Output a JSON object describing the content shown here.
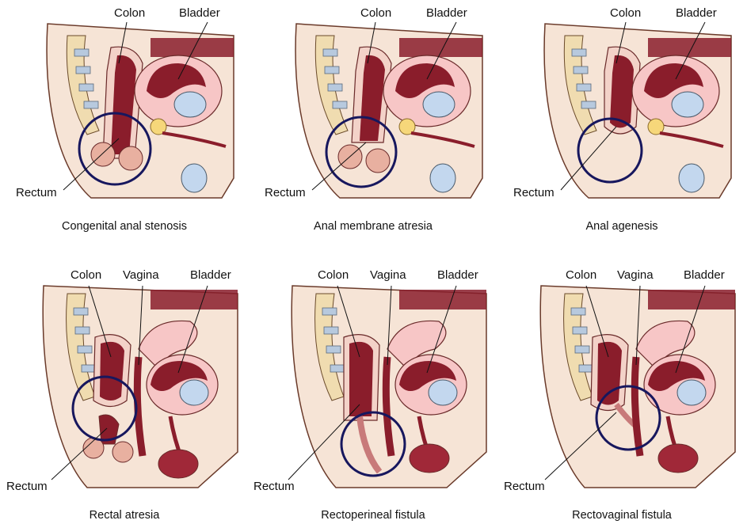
{
  "labels": {
    "colon": "Colon",
    "bladder": "Bladder",
    "vagina": "Vagina",
    "rectum": "Rectum"
  },
  "panels": [
    {
      "caption": "Congenital anal stenosis"
    },
    {
      "caption": "Anal membrane atresia"
    },
    {
      "caption": "Anal agenesis"
    },
    {
      "caption": "Rectal atresia"
    },
    {
      "caption": "Rectoperineal fistula"
    },
    {
      "caption": "Rectovaginal fistula"
    }
  ],
  "colors": {
    "skin": "#f6e4d6",
    "tissue": "#f3d2c8",
    "muscle": "#8a1d2b",
    "muscle_dark": "#6e1420",
    "bladder_inner": "#f7c6c6",
    "bladder_cavity": "#c3d7ee",
    "spine": "#f0dcb0",
    "gland": "#f6d77a",
    "circle": "#17175e"
  }
}
